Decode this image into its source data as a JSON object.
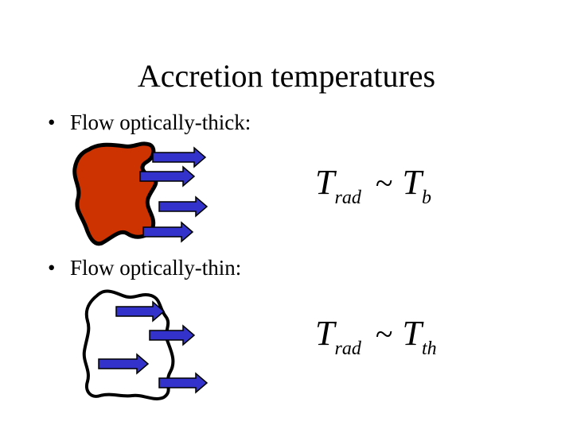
{
  "slide": {
    "title": "Accretion temperatures",
    "bullets": [
      {
        "marker": "•",
        "text": "Flow optically-thick:"
      },
      {
        "marker": "•",
        "text": "Flow optically-thin:"
      }
    ]
  },
  "equations": [
    {
      "lhs_symbol": "T",
      "lhs_subscript": "rad",
      "relation": "~",
      "rhs_symbol": "T",
      "rhs_subscript": "b"
    },
    {
      "lhs_symbol": "T",
      "lhs_subscript": "rad",
      "relation": "~",
      "rhs_symbol": "T",
      "rhs_subscript": "th"
    }
  ],
  "colors": {
    "thick_blob_fill": "#cc3300",
    "blob_stroke": "#000000",
    "arrow_fill": "#3333cc",
    "arrow_stroke": "#000000"
  },
  "icons": {
    "thick": "optically-thick-blob-icon",
    "thin": "optically-thin-blob-icon",
    "arrow": "radiation-arrow-icon"
  }
}
